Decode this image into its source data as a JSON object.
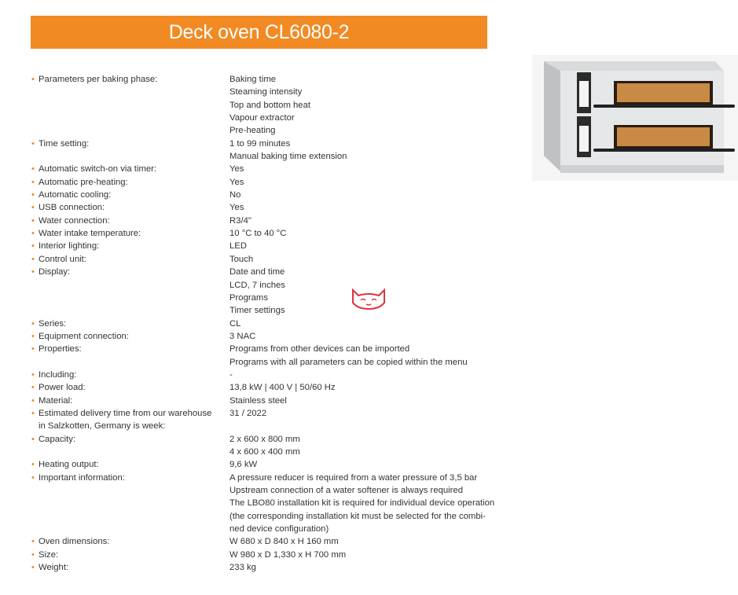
{
  "title": "Deck oven CL6080-2",
  "accent_color": "#f28a24",
  "specs": [
    {
      "label": "Parameters per baking phase:",
      "values": [
        "Baking time",
        "Steaming intensity",
        "Top and bottom heat",
        "Vapour extractor",
        "Pre-heating"
      ]
    },
    {
      "label": "Time setting:",
      "values": [
        "1 to 99 minutes",
        "Manual baking time extension"
      ]
    },
    {
      "label": "Automatic switch-on via timer:",
      "values": [
        "Yes"
      ]
    },
    {
      "label": "Automatic pre-heating:",
      "values": [
        "Yes"
      ]
    },
    {
      "label": "Automatic cooling:",
      "values": [
        "No"
      ]
    },
    {
      "label": "USB connection:",
      "values": [
        "Yes"
      ]
    },
    {
      "label": "Water connection:",
      "values": [
        "R3/4\""
      ]
    },
    {
      "label": "Water intake temperature:",
      "values": [
        "10 °C to 40 °C"
      ]
    },
    {
      "label": "Interior lighting:",
      "values": [
        "LED"
      ]
    },
    {
      "label": "Control unit:",
      "values": [
        "Touch"
      ]
    },
    {
      "label": "Display:",
      "values": [
        "Date and time",
        "LCD, 7 inches",
        "Programs",
        "Timer settings"
      ]
    },
    {
      "label": "Series:",
      "values": [
        "CL"
      ]
    },
    {
      "label": "Equipment connection:",
      "values": [
        "3 NAC"
      ]
    },
    {
      "label": "Properties:",
      "values": [
        "Programs from other devices can be imported",
        "Programs with all parameters can be copied within the menu"
      ]
    },
    {
      "label": "Including:",
      "values": [
        "-"
      ]
    },
    {
      "label": "Power load:",
      "values": [
        "13,8 kW | 400 V  | 50/60 Hz"
      ]
    },
    {
      "label": "Material:",
      "values": [
        "Stainless steel"
      ]
    },
    {
      "label": "Estimated delivery time from our warehouse in Salzkotten, Germany is week:",
      "values": [
        "31 / 2022"
      ]
    },
    {
      "label": "Capacity:",
      "values": [
        "2 x 600 x 800 mm",
        "4 x 600 x 400 mm"
      ]
    },
    {
      "label": "Heating output:",
      "values": [
        "9,6 kW"
      ]
    },
    {
      "label": "Important information:",
      "values": [
        "A pressure reducer is required from a water pressure of 3,5 bar",
        "Upstream connection of a water softener is always required",
        "The LBO80 installation kit is required for individual device operation",
        "(the corresponding installation kit must be selected for the combi-",
        "ned device configuration)"
      ]
    },
    {
      "label": "Oven dimensions:",
      "values": [
        "W 680 x D 840 x H 160 mm"
      ]
    },
    {
      "label": "Size:",
      "values": [
        "W 980 x D 1,330 x H 700 mm"
      ]
    },
    {
      "label": "Weight:",
      "values": [
        "233 kg"
      ]
    }
  ]
}
